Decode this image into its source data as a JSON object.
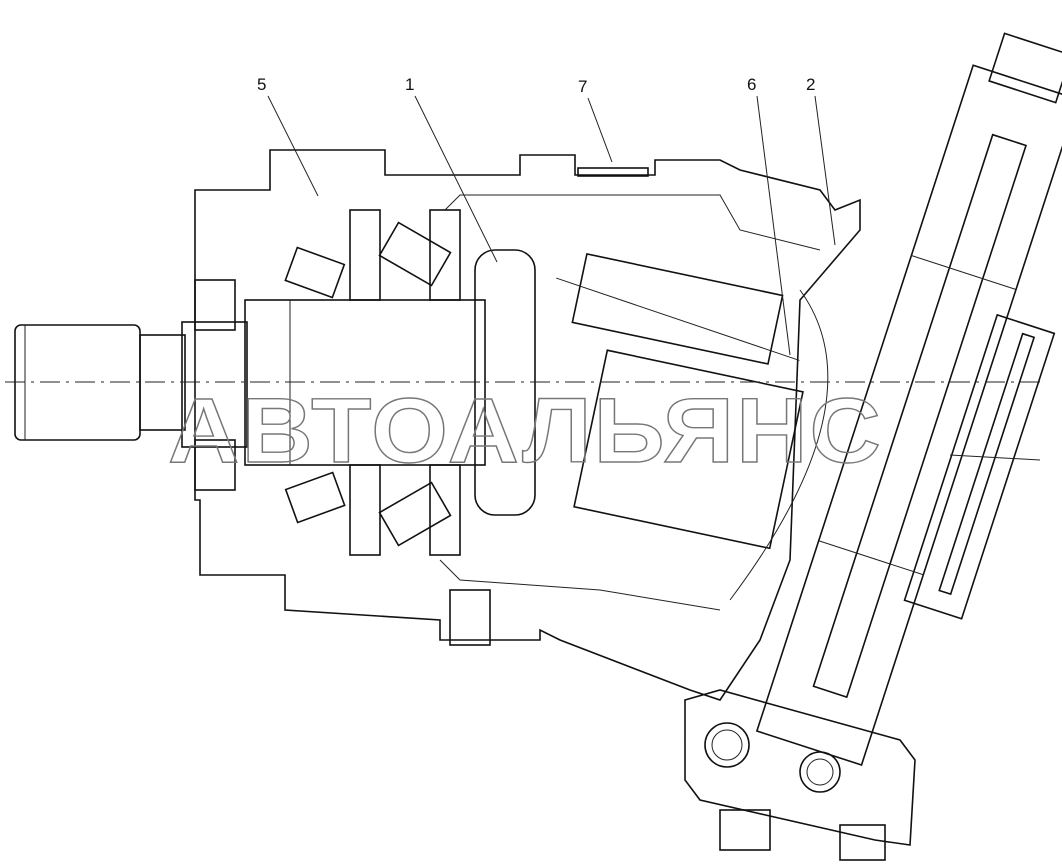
{
  "diagram": {
    "callouts": [
      {
        "id": "5",
        "label": "5"
      },
      {
        "id": "1",
        "label": "1"
      },
      {
        "id": "7",
        "label": "7"
      },
      {
        "id": "6",
        "label": "6"
      },
      {
        "id": "2",
        "label": "2"
      }
    ],
    "watermark": "АВТОАЛЬЯНС"
  }
}
